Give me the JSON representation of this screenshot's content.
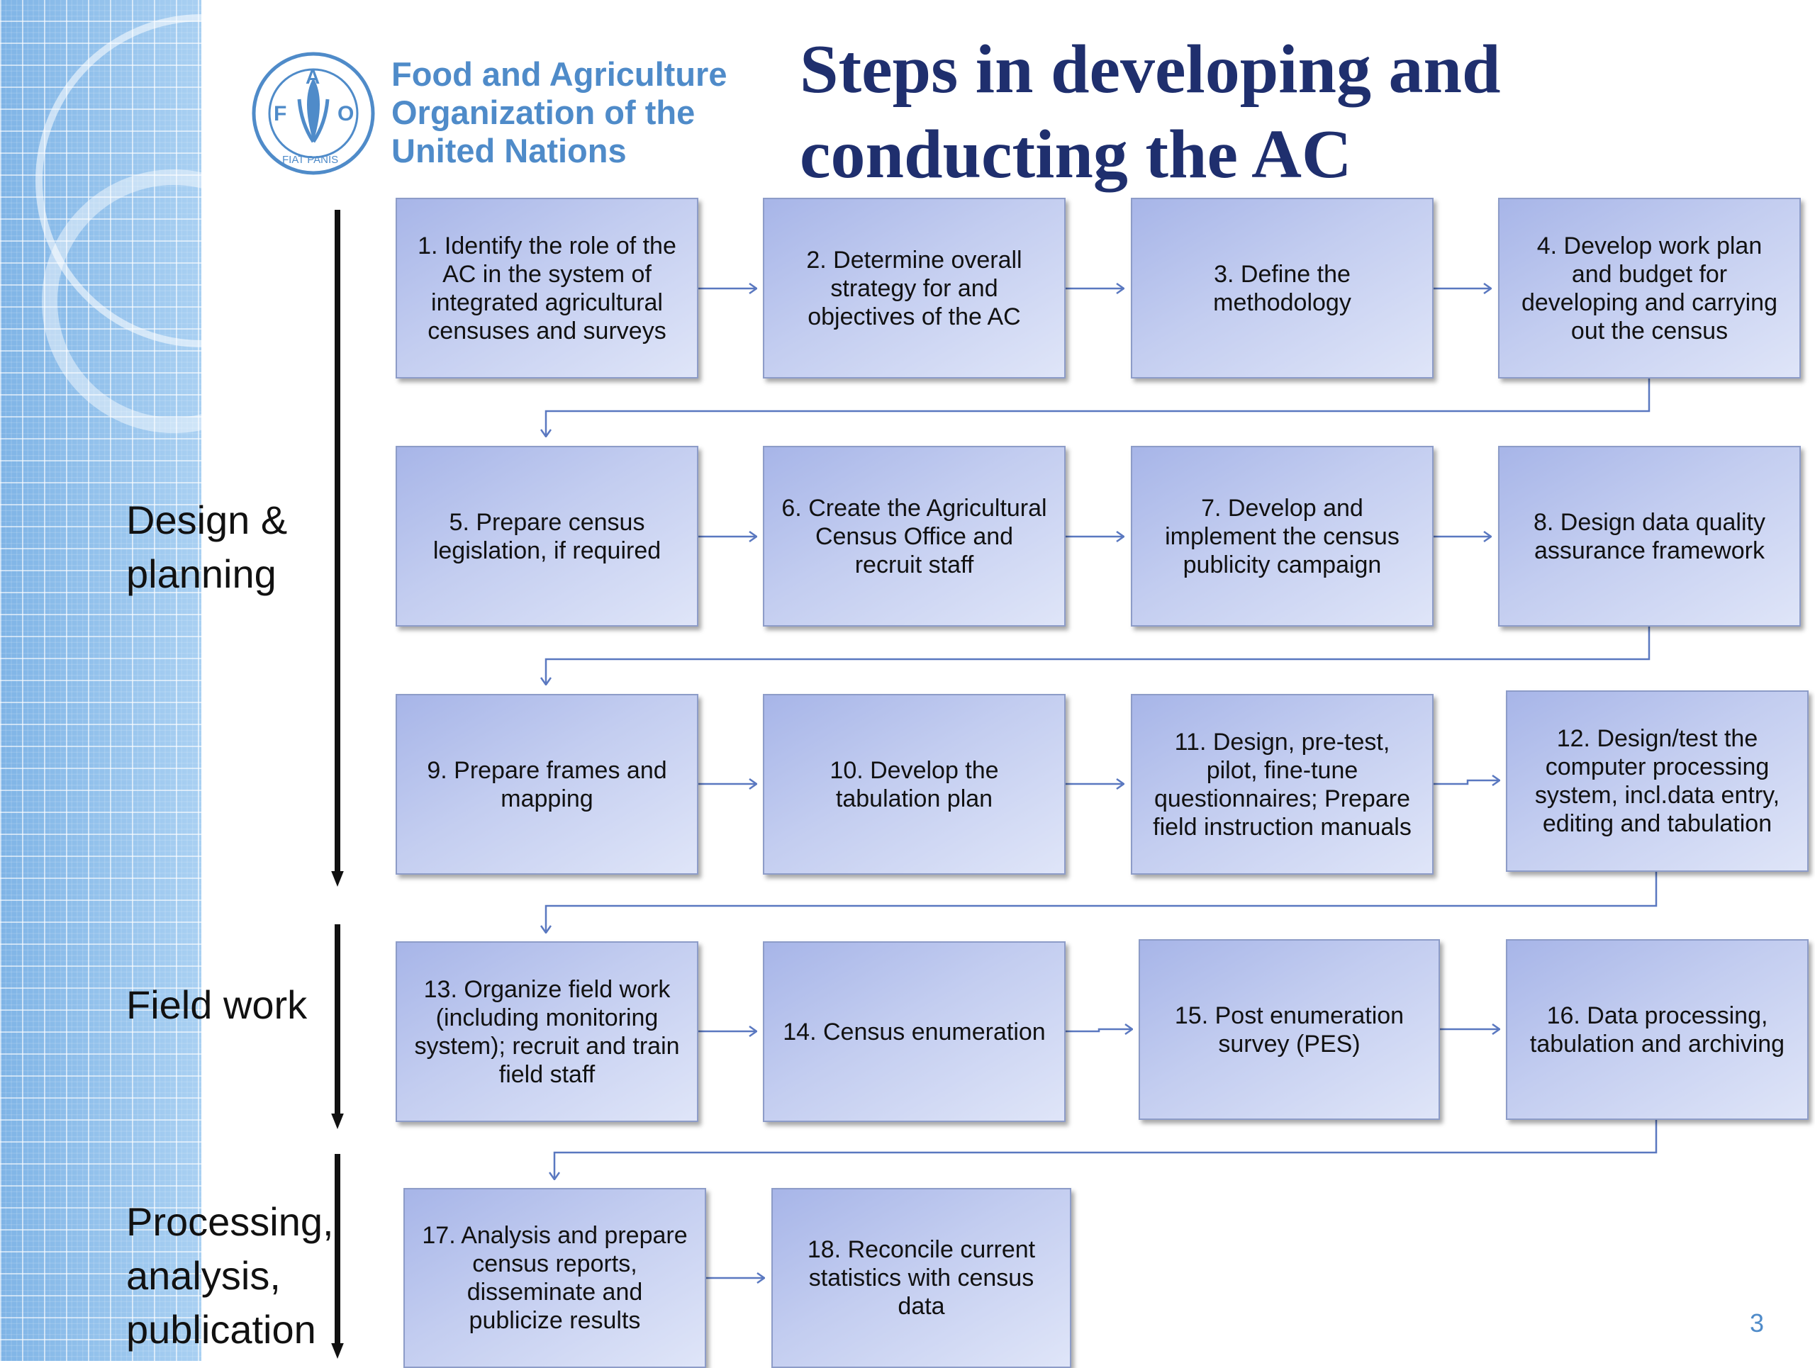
{
  "org": {
    "line1": "Food and Agriculture",
    "line2": "Organization of the",
    "line3": "United Nations"
  },
  "logo": {
    "letter_f": "F",
    "letter_a": "A",
    "letter_o": "O",
    "motto": "FIAT PANIS"
  },
  "title": {
    "line1": "Steps in developing and",
    "line2": "conducting the AC"
  },
  "phases": {
    "design": {
      "line1": "Design &",
      "line2": "planning"
    },
    "field": {
      "line1": "Field work"
    },
    "processing": {
      "line1": "Processing,",
      "line2": "analysis,",
      "line3": "publication"
    }
  },
  "steps": [
    "1. Identify the role of the AC in the system of integrated agricultural censuses and surveys",
    "2. Determine overall strategy for and objectives of the AC",
    "3. Define the methodology",
    "4. Develop work plan and budget for developing and carrying out the census",
    "5. Prepare census legislation, if required",
    "6. Create the Agricultural Census Office and recruit staff",
    "7. Develop and implement the census publicity campaign",
    "8. Design data quality assurance framework",
    "9. Prepare frames and mapping",
    "10. Develop the tabulation plan",
    "11. Design, pre-test, pilot, fine-tune questionnaires; Prepare field instruction manuals",
    "12. Design/test the computer processing system, incl.data entry, editing and tabulation",
    "13. Organize field work (including monitoring system); recruit and train field staff",
    "14. Census enumeration",
    "15. Post enumeration survey  (PES)",
    "16. Data processing, tabulation and archiving",
    "17. Analysis and prepare census reports, disseminate and publicize results",
    "18. Reconcile current statistics with census data"
  ],
  "page_number": "3",
  "colors": {
    "title": "#1f2f6e",
    "org_text": "#4f8bc9",
    "box_fill": "#c3cdf0",
    "connector": "#5a78c0",
    "band": "#8fc0ea"
  }
}
